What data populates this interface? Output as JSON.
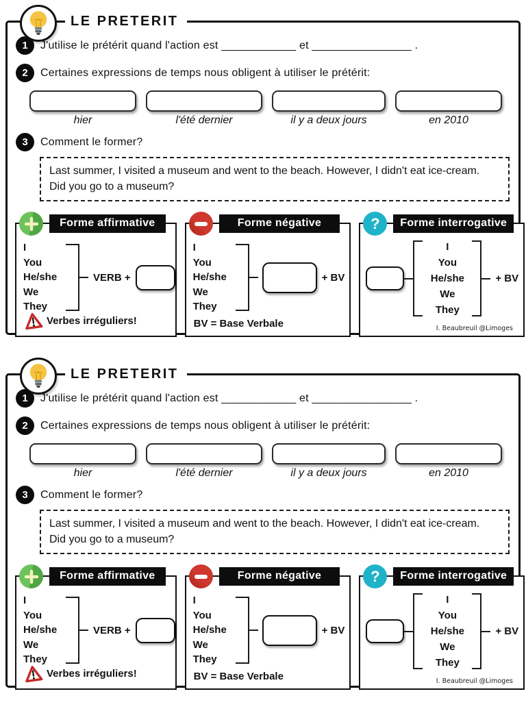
{
  "sheet": {
    "title": "LE PRETERIT",
    "items": [
      {
        "number": "1",
        "text": "J'utilise le prétérit quand l'action est ____________ et ________________ ."
      },
      {
        "number": "2",
        "text": "Certaines expressions de temps nous obligent à utiliser le prétérit:"
      },
      {
        "number": "3",
        "text": "Comment le former?"
      }
    ],
    "expressions": [
      {
        "label": "hier"
      },
      {
        "label": "l'été dernier"
      },
      {
        "label": "il y a deux jours"
      },
      {
        "label": "en 2010"
      }
    ],
    "example": {
      "line1": "Last summer, I visited a museum and went to the beach. However, I didn't eat ice-cream.",
      "line2": "Did you go to a museum?"
    },
    "pronouns": [
      "I",
      "You",
      "He/she",
      "We",
      "They"
    ],
    "forms": {
      "affirmative": {
        "title": "Forme affirmative",
        "icon": "plus-icon",
        "formula_prefix": "VERB +",
        "note": "Verbes irréguliers!"
      },
      "negative": {
        "title": "Forme négative",
        "icon": "minus-icon",
        "formula_suffix": "+ BV",
        "note": "BV = Base Verbale"
      },
      "interrogative": {
        "title": "Forme interrogative",
        "icon": "question-icon",
        "formula_suffix": "+ BV"
      }
    },
    "credit": "I. Beaubreuil @Limoges",
    "colors": {
      "affirmative_icon": "#58b748",
      "negative_icon": "#c02a20",
      "interrogative_icon": "#1fb3c9",
      "bulb_yellow": "#f6c445",
      "header_bg": "#0d0d0d",
      "warning_red": "#c62828"
    }
  }
}
